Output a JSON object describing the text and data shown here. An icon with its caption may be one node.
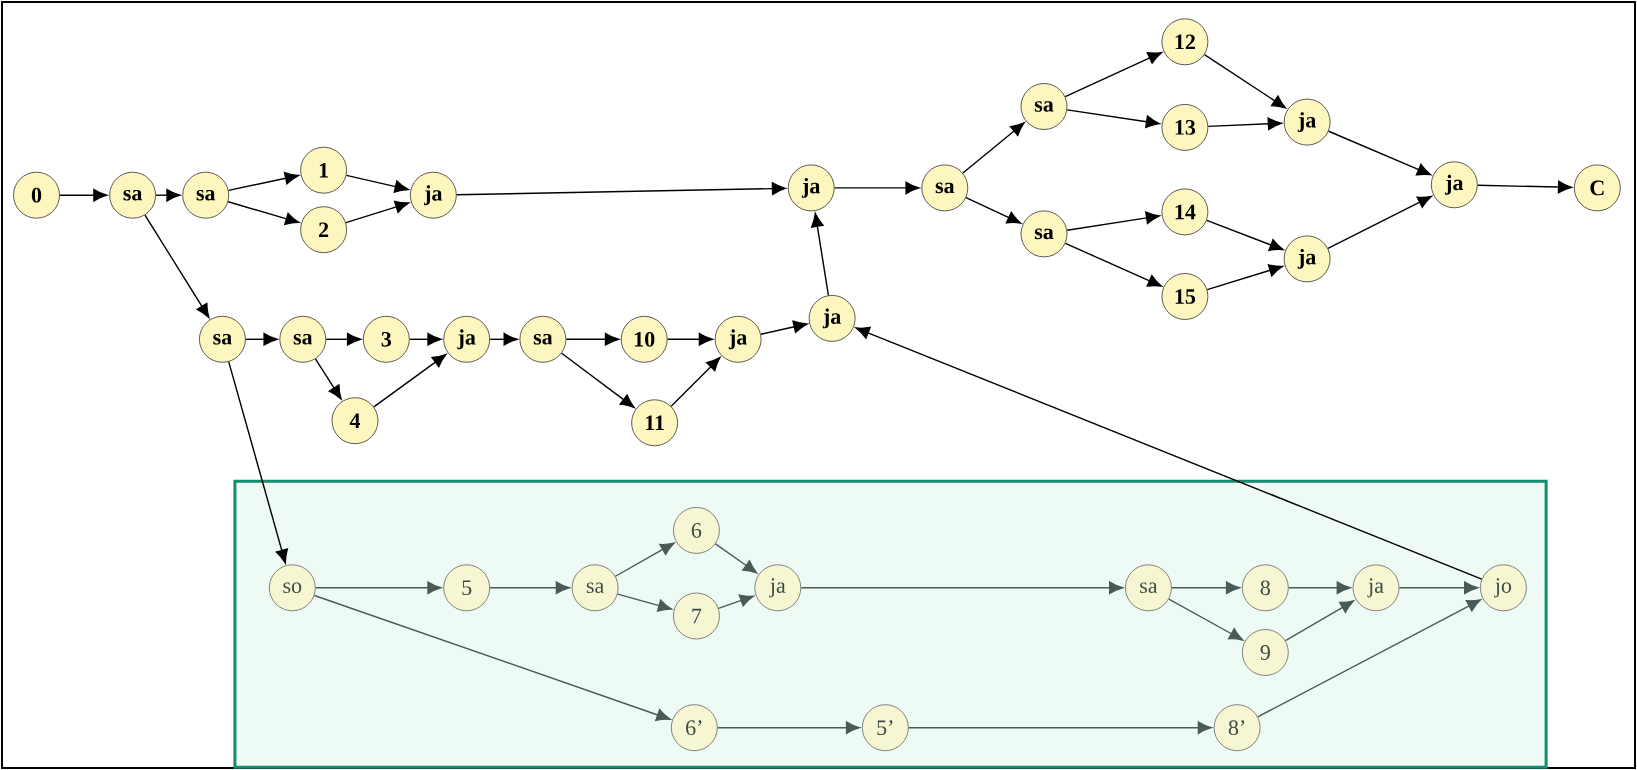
{
  "diagram": {
    "nodes": [
      {
        "text": [
          "0"
        ]
      },
      {
        "text": [
          "sa"
        ]
      },
      {
        "text": [
          "sa"
        ]
      },
      {
        "text": [
          "1"
        ]
      },
      {
        "text": [
          "2"
        ]
      },
      {
        "text": [
          "ja"
        ]
      },
      {
        "text": [
          "ja"
        ]
      },
      {
        "text": [
          "sa"
        ]
      },
      {
        "text": [
          "sa"
        ]
      },
      {
        "text": [
          "12"
        ]
      },
      {
        "text": [
          "13"
        ]
      },
      {
        "text": [
          "ja"
        ]
      },
      {
        "text": [
          "sa"
        ]
      },
      {
        "text": [
          "14"
        ]
      },
      {
        "text": [
          "15"
        ]
      },
      {
        "text": [
          "ja"
        ]
      },
      {
        "text": [
          "ja"
        ]
      },
      {
        "text": [
          "C"
        ]
      },
      {
        "text": [
          "sa"
        ]
      },
      {
        "text": [
          "sa"
        ]
      },
      {
        "text": [
          "3"
        ]
      },
      {
        "text": [
          "4"
        ]
      },
      {
        "text": [
          "ja"
        ]
      },
      {
        "text": [
          "sa"
        ]
      },
      {
        "text": [
          "10"
        ]
      },
      {
        "text": [
          "11"
        ]
      },
      {
        "text": [
          "ja"
        ]
      },
      {
        "text": [
          "ja"
        ]
      },
      {
        "text": [],
        "shape": "box"
      },
      {
        "text": [
          "so"
        ],
        "in": 28
      },
      {
        "text": [
          "5"
        ],
        "in": 28
      },
      {
        "text": [
          "sa"
        ],
        "in": 28
      },
      {
        "text": [
          "6"
        ],
        "in": 28
      },
      {
        "text": [
          "7"
        ],
        "in": 28
      },
      {
        "text": [
          "ja"
        ],
        "in": 28
      },
      {
        "text": [
          "sa"
        ],
        "in": 28
      },
      {
        "text": [
          "8"
        ],
        "in": 28
      },
      {
        "text": [
          "9"
        ],
        "in": 28
      },
      {
        "text": [
          "ja"
        ],
        "in": 28
      },
      {
        "text": [
          "jo"
        ],
        "in": 28
      },
      {
        "text": [
          "6’"
        ],
        "in": 28
      },
      {
        "text": [
          "5’"
        ],
        "in": 28
      },
      {
        "text": [
          "8’"
        ],
        "in": 28
      }
    ],
    "edges": [
      {
        "from": 0,
        "to": 1,
        "arrow": "to"
      },
      {
        "from": 1,
        "to": 2,
        "arrow": "to"
      },
      {
        "from": 2,
        "to": 3,
        "arrow": "to"
      },
      {
        "from": 2,
        "to": 4,
        "arrow": "to"
      },
      {
        "from": 3,
        "to": 5,
        "arrow": "to"
      },
      {
        "from": 4,
        "to": 5,
        "arrow": "to"
      },
      {
        "from": 5,
        "to": 6,
        "arrow": "to"
      },
      {
        "from": 6,
        "to": 7,
        "arrow": "to"
      },
      {
        "from": 7,
        "to": 8,
        "arrow": "to"
      },
      {
        "from": 8,
        "to": 9,
        "arrow": "to"
      },
      {
        "from": 8,
        "to": 10,
        "arrow": "to"
      },
      {
        "from": 9,
        "to": 11,
        "arrow": "to"
      },
      {
        "from": 10,
        "to": 11,
        "arrow": "to"
      },
      {
        "from": 7,
        "to": 12,
        "arrow": "to"
      },
      {
        "from": 12,
        "to": 13,
        "arrow": "to"
      },
      {
        "from": 12,
        "to": 14,
        "arrow": "to"
      },
      {
        "from": 13,
        "to": 15,
        "arrow": "to"
      },
      {
        "from": 14,
        "to": 15,
        "arrow": "to"
      },
      {
        "from": 11,
        "to": 16,
        "arrow": "to"
      },
      {
        "from": 15,
        "to": 16,
        "arrow": "to"
      },
      {
        "from": 16,
        "to": 17,
        "arrow": "to"
      },
      {
        "from": 1,
        "to": 18,
        "arrow": "to"
      },
      {
        "from": 18,
        "to": 19,
        "arrow": "to"
      },
      {
        "from": 19,
        "to": 20,
        "arrow": "to"
      },
      {
        "from": 19,
        "to": 21,
        "arrow": "to"
      },
      {
        "from": 20,
        "to": 22,
        "arrow": "to"
      },
      {
        "from": 21,
        "to": 22,
        "arrow": "to"
      },
      {
        "from": 22,
        "to": 23,
        "arrow": "to"
      },
      {
        "from": 23,
        "to": 24,
        "arrow": "to"
      },
      {
        "from": 23,
        "to": 25,
        "arrow": "to"
      },
      {
        "from": 24,
        "to": 26,
        "arrow": "to"
      },
      {
        "from": 25,
        "to": 26,
        "arrow": "to"
      },
      {
        "from": 26,
        "to": 27,
        "arrow": "to"
      },
      {
        "from": 27,
        "to": 6,
        "arrow": "to"
      },
      {
        "from": 18,
        "to": 29,
        "arrow": "to"
      },
      {
        "from": 29,
        "to": 30,
        "arrow": "to",
        "color": "#4a5a55"
      },
      {
        "from": 30,
        "to": 31,
        "arrow": "to",
        "color": "#4a5a55"
      },
      {
        "from": 31,
        "to": 32,
        "arrow": "to",
        "color": "#4a5a55"
      },
      {
        "from": 31,
        "to": 33,
        "arrow": "to",
        "color": "#4a5a55"
      },
      {
        "from": 32,
        "to": 34,
        "arrow": "to",
        "color": "#4a5a55"
      },
      {
        "from": 33,
        "to": 34,
        "arrow": "to",
        "color": "#4a5a55"
      },
      {
        "from": 34,
        "to": 35,
        "arrow": "to",
        "color": "#4a5a55"
      },
      {
        "from": 35,
        "to": 36,
        "arrow": "to",
        "color": "#4a5a55"
      },
      {
        "from": 35,
        "to": 37,
        "arrow": "to",
        "color": "#4a5a55"
      },
      {
        "from": 36,
        "to": 38,
        "arrow": "to",
        "color": "#4a5a55"
      },
      {
        "from": 37,
        "to": 38,
        "arrow": "to",
        "color": "#4a5a55"
      },
      {
        "from": 38,
        "to": 39,
        "arrow": "to",
        "color": "#4a5a55"
      },
      {
        "from": 29,
        "to": 40,
        "arrow": "to",
        "color": "#4a5a55"
      },
      {
        "from": 40,
        "to": 41,
        "arrow": "to",
        "color": "#4a5a55"
      },
      {
        "from": 41,
        "to": 42,
        "arrow": "to",
        "color": "#4a5a55"
      },
      {
        "from": 42,
        "to": 39,
        "arrow": "to",
        "color": "#4a5a55"
      },
      {
        "from": 39,
        "to": 27,
        "arrow": "to"
      }
    ]
  }
}
